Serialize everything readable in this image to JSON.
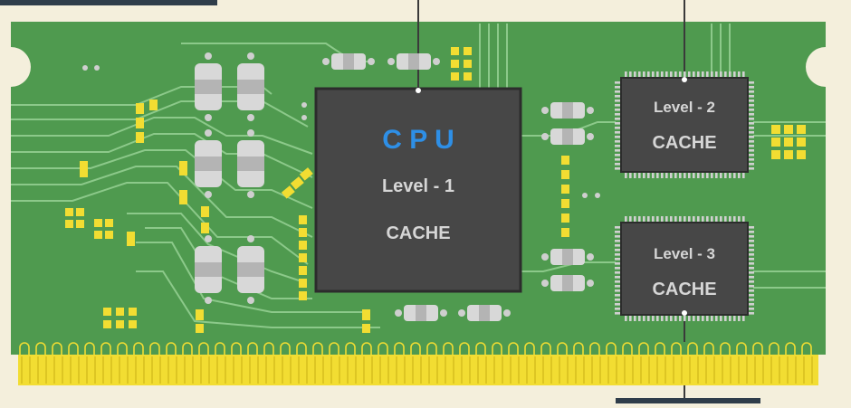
{
  "colors": {
    "background": "#f4efdc",
    "pcb": "#4f9a4f",
    "trace": "#8cc98a",
    "chip": "#474747",
    "chip_label": "#d6d6d6",
    "cpu_label": "#2e8fe6",
    "gold": "#f2dd32",
    "pad": "#f2dd32",
    "resistor": "#d8d8d8"
  },
  "cpu": {
    "title": "C P U",
    "line1": "Level - 1",
    "line2": "CACHE"
  },
  "l2": {
    "line1": "Level - 2",
    "line2": "CACHE"
  },
  "l3": {
    "line1": "Level - 3",
    "line2": "CACHE"
  }
}
